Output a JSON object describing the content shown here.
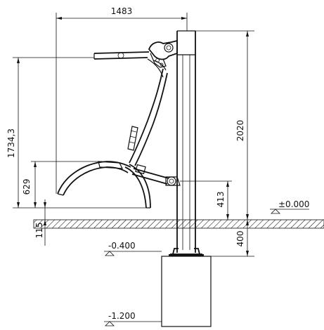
{
  "dimensions": {
    "width_top": "1483",
    "overall_height": "2020",
    "swing_height": "1734,3",
    "seat_height": "629",
    "axle_height": "413",
    "ground_clearance": "115",
    "foundation_depth": "400"
  },
  "levels": {
    "ground": "±0.000",
    "foundation_top": "-0.400",
    "foundation_bottom": "-1.200"
  }
}
